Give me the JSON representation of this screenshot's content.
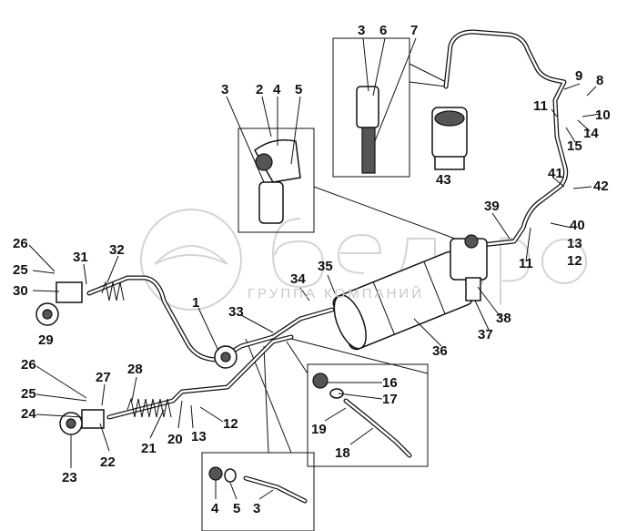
{
  "watermark": {
    "logo_text": "белагро",
    "subtitle": "ГРУППА КОМПАНИЙ"
  },
  "labels": {
    "top_box": [
      "3",
      "6",
      "7"
    ],
    "left_box": [
      "3",
      "2",
      "4",
      "5"
    ],
    "right_group": [
      "9",
      "8",
      "11",
      "10",
      "14",
      "15",
      "43",
      "41",
      "42",
      "39",
      "40",
      "13",
      "12",
      "11"
    ],
    "upper_left": [
      "26",
      "31",
      "32",
      "25",
      "30",
      "29"
    ],
    "center": [
      "34",
      "35",
      "1",
      "33",
      "38",
      "37",
      "36"
    ],
    "lower_left": [
      "26",
      "25",
      "27",
      "28",
      "24",
      "20",
      "13",
      "12",
      "21",
      "22",
      "23"
    ],
    "lower_right_box": [
      "16",
      "17",
      "19",
      "18"
    ],
    "bottom_box": [
      "4",
      "5",
      "3"
    ]
  }
}
